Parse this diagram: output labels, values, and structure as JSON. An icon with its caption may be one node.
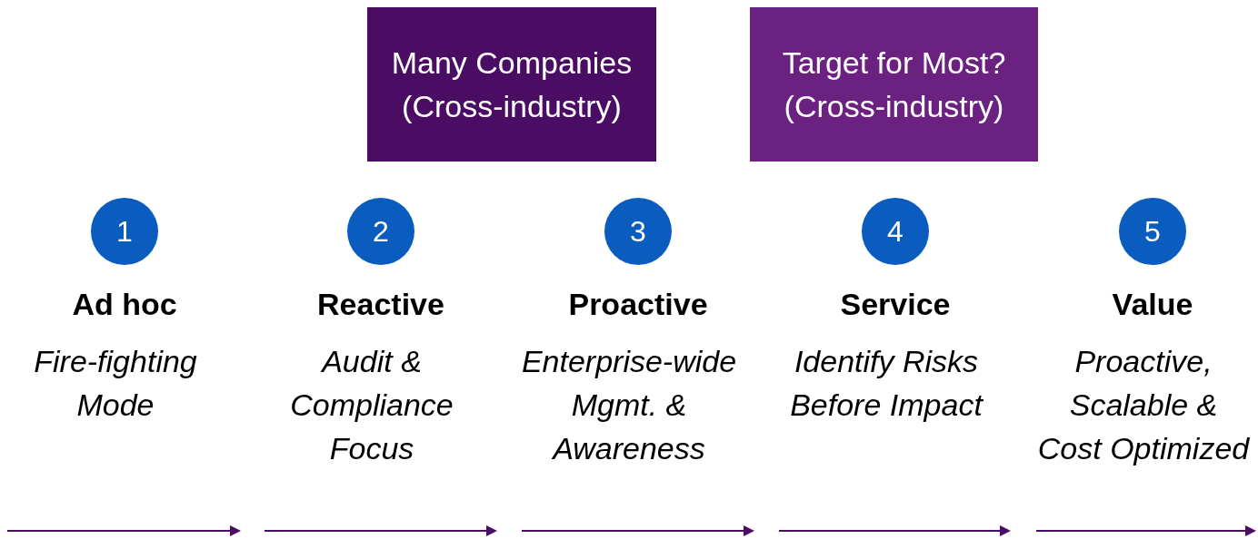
{
  "diagram": {
    "nodes": [
      {
        "text": [
          "Many Companies (Cross-industry)"
        ]
      },
      {
        "text": [
          "Target for Most? (Cross-industry)"
        ]
      },
      {
        "text": [
          "1"
        ],
        "beside": [
          "Ad hoc",
          "Fire-fighting Mode"
        ]
      },
      {
        "text": [
          "2"
        ],
        "beside": [
          "Reactive",
          "Audit & Compliance Focus"
        ]
      },
      {
        "text": [
          "3"
        ],
        "beside": [
          "Proactive",
          "Enterprise-wide Mgmt. & Awareness"
        ]
      },
      {
        "text": [
          "4"
        ],
        "beside": [
          "Service",
          "Identify Risks Before Impact"
        ]
      },
      {
        "text": [
          "5"
        ],
        "beside": [
          "Value",
          "Proactive, Scalable & Cost Optimized"
        ]
      }
    ],
    "edges": []
  }
}
